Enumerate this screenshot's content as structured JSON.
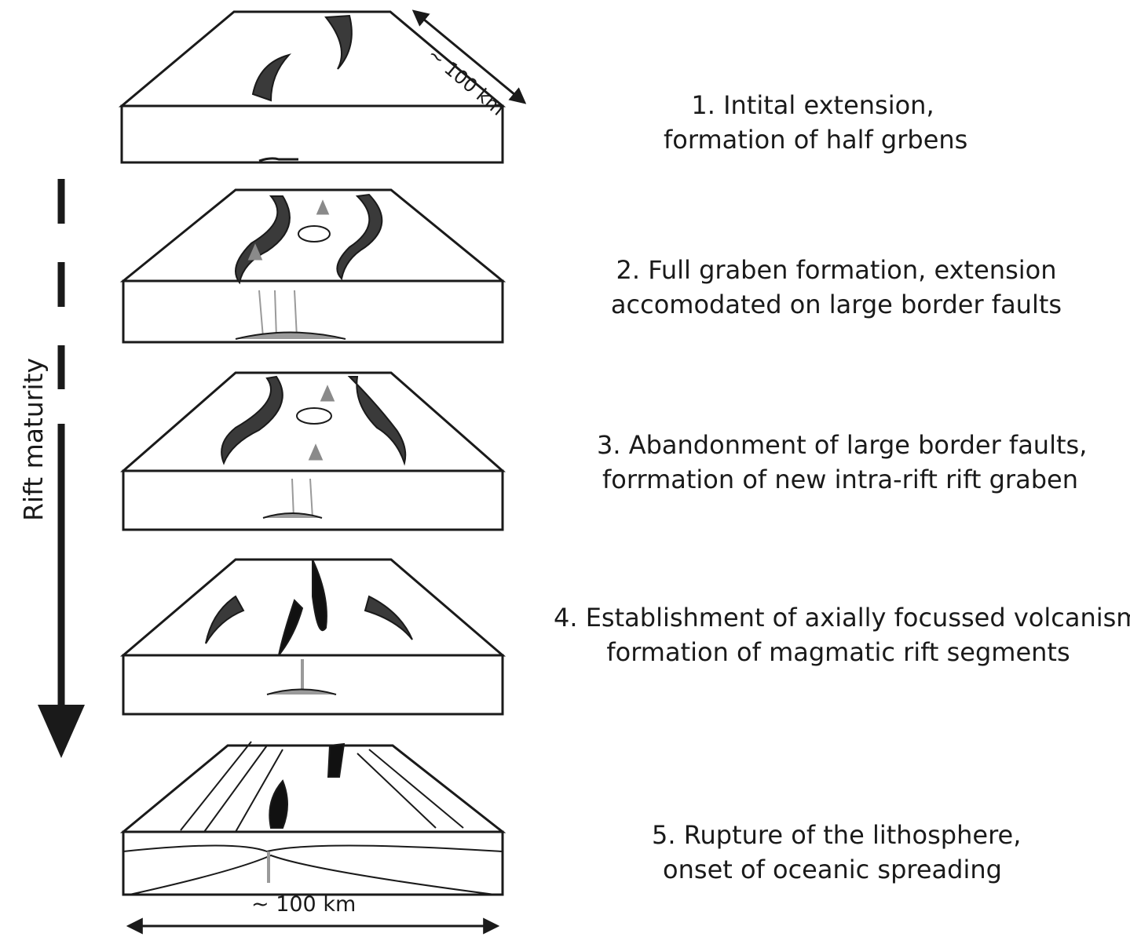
{
  "axis_label": "Rift maturity",
  "scale_top": "~ 100 km",
  "scale_bottom": "~ 100 km",
  "stages": [
    {
      "line1": "1. Intital extension,",
      "line2": "formation of half grbens"
    },
    {
      "line1": "2. Full graben formation, extension",
      "line2": "accomodated on large border faults"
    },
    {
      "line1": "3. Abandonment of large border faults,",
      "line2": "forrmation of new intra-rift rift graben"
    },
    {
      "line1": "4. Establishment of axially focussed volcanism,",
      "line2": "formation of magmatic rift segments"
    },
    {
      "line1": "5. Rupture of the lithosphere,",
      "line2": "onset of oceanic spreading"
    }
  ],
  "colors": {
    "ink": "#1a1a1a",
    "fault_fill": "#3a3a3a",
    "volcano": "#8a8a8a",
    "magma": "#9a9a9a"
  }
}
